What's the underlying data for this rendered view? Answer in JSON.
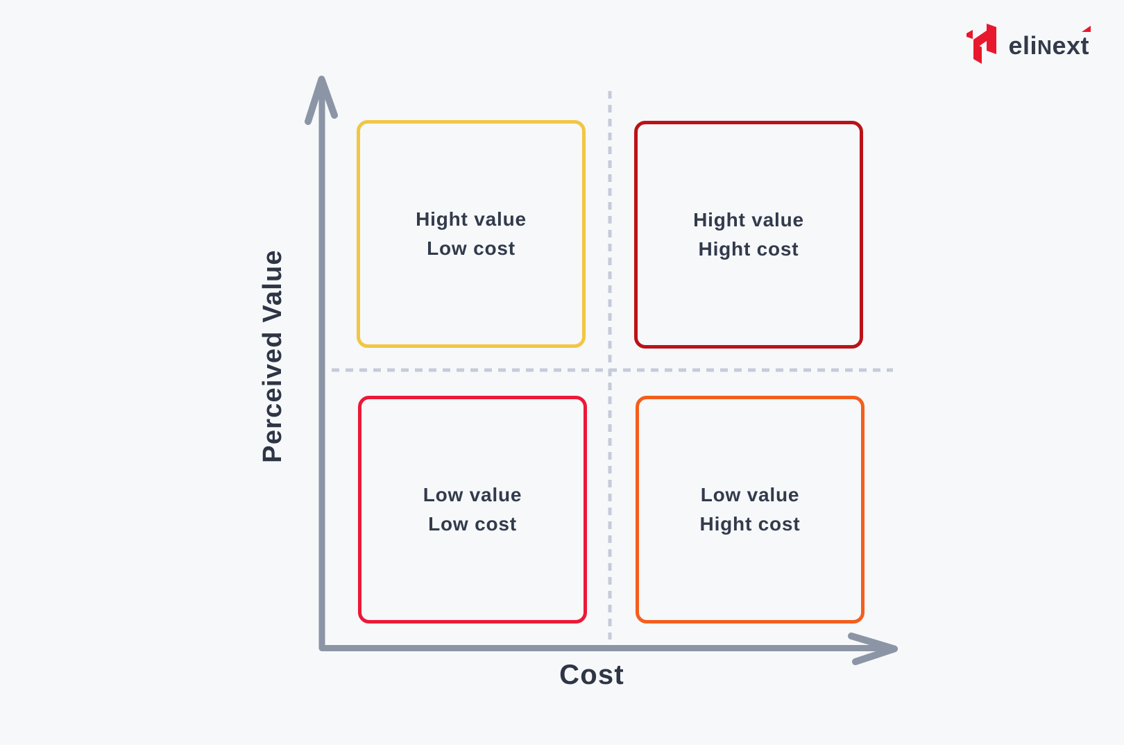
{
  "brand": {
    "wordmark_pre": "eli",
    "wordmark_mid": "N",
    "wordmark_post": "ext",
    "logo_color": "#e8192c",
    "wordmark_color": "#333b4a"
  },
  "colors": {
    "background": "#f6f8fa",
    "axis": "#8b95a5",
    "dashed_divider": "#c5ccd8",
    "axis_label_text": "#2e3545",
    "quadrant_text": "#323a4b"
  },
  "axes": {
    "y_label": "Perceived Value",
    "x_label": "Cost"
  },
  "quadrants": [
    {
      "id": "high-value-low-cost",
      "line1": "Hight value",
      "line2": "Low cost",
      "border_color": "#f1c643"
    },
    {
      "id": "high-value-high-cost",
      "line1": "Hight value",
      "line2": "Hight cost",
      "border_color": "#bb1217"
    },
    {
      "id": "low-value-low-cost",
      "line1": "Low value",
      "line2": "Low cost",
      "border_color": "#ec1838"
    },
    {
      "id": "low-value-high-cost",
      "line1": "Low value",
      "line2": "Hight cost",
      "border_color": "#f35f1e"
    }
  ]
}
